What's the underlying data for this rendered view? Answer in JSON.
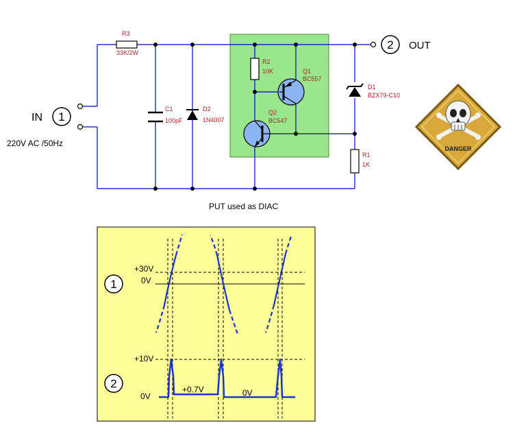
{
  "input": {
    "label": "IN",
    "marker": "1",
    "supply": "220V AC /50Hz"
  },
  "output": {
    "label": "OUT",
    "marker": "2"
  },
  "components": {
    "r3": {
      "ref": "R3",
      "value": "33K/2W"
    },
    "c1": {
      "ref": "C1",
      "value": "100pF"
    },
    "d2": {
      "ref": "D2",
      "value": "1N4007"
    },
    "r2": {
      "ref": "R2",
      "value": "10K"
    },
    "q1": {
      "ref": "Q1",
      "value": "BC557"
    },
    "q2": {
      "ref": "Q2",
      "value": "BC547"
    },
    "d1": {
      "ref": "D1",
      "value": "BZX79-C10"
    },
    "r1": {
      "ref": "R1",
      "value": "1K"
    }
  },
  "caption": "PUT used as DIAC",
  "warning_sign": {
    "text": "DANGER",
    "icon": "skull-crossbones-icon"
  },
  "waveforms": {
    "trace1": {
      "marker": "1",
      "level_label": "+30V",
      "zero_label": "0V"
    },
    "trace2": {
      "marker": "2",
      "level_label": "+10V",
      "zero_label": "0V",
      "annotation_a": "+0.7V",
      "annotation_b": "0V"
    }
  },
  "colors": {
    "wire": "#0000cc",
    "label_red": "#b22222",
    "highlight_green": "#99e68c",
    "transistor_fill": "#8ab4f2",
    "panel_yellow": "#ffff99",
    "trace_blue": "#1a33cc"
  }
}
